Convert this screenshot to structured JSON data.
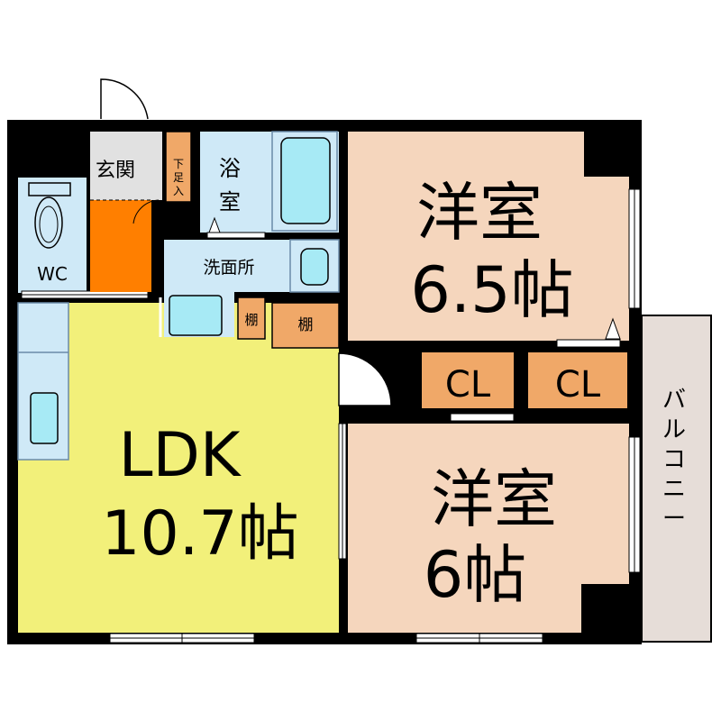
{
  "rooms": {
    "genkan": "玄関",
    "getabako": [
      "下",
      "足",
      "入"
    ],
    "bath": [
      "浴",
      "室"
    ],
    "wc": "WC",
    "washroom": "洗面所",
    "shelf_small": "棚",
    "shelf": "棚",
    "western1": {
      "name": "洋室",
      "size": "6.5帖"
    },
    "western2": {
      "name": "洋室",
      "size": "6帖"
    },
    "closet1": "CL",
    "closet2": "CL",
    "ldk": {
      "name": "LDK",
      "size": "10.7帖"
    },
    "balcony": [
      "バ",
      "ル",
      "コ",
      "ニ",
      "ー"
    ]
  },
  "colors": {
    "wall": "#000000",
    "ldk_floor": "#f2f07a",
    "western_floor": "#f5d6bd",
    "wet_floor": "#cfe9f7",
    "fixture": "#a7eaf5",
    "storage": "#f0a868",
    "genkan_floor": "#ff7f00",
    "balcony_floor": "#e6ddd8",
    "genkan_tile": "#e1e1e1"
  }
}
